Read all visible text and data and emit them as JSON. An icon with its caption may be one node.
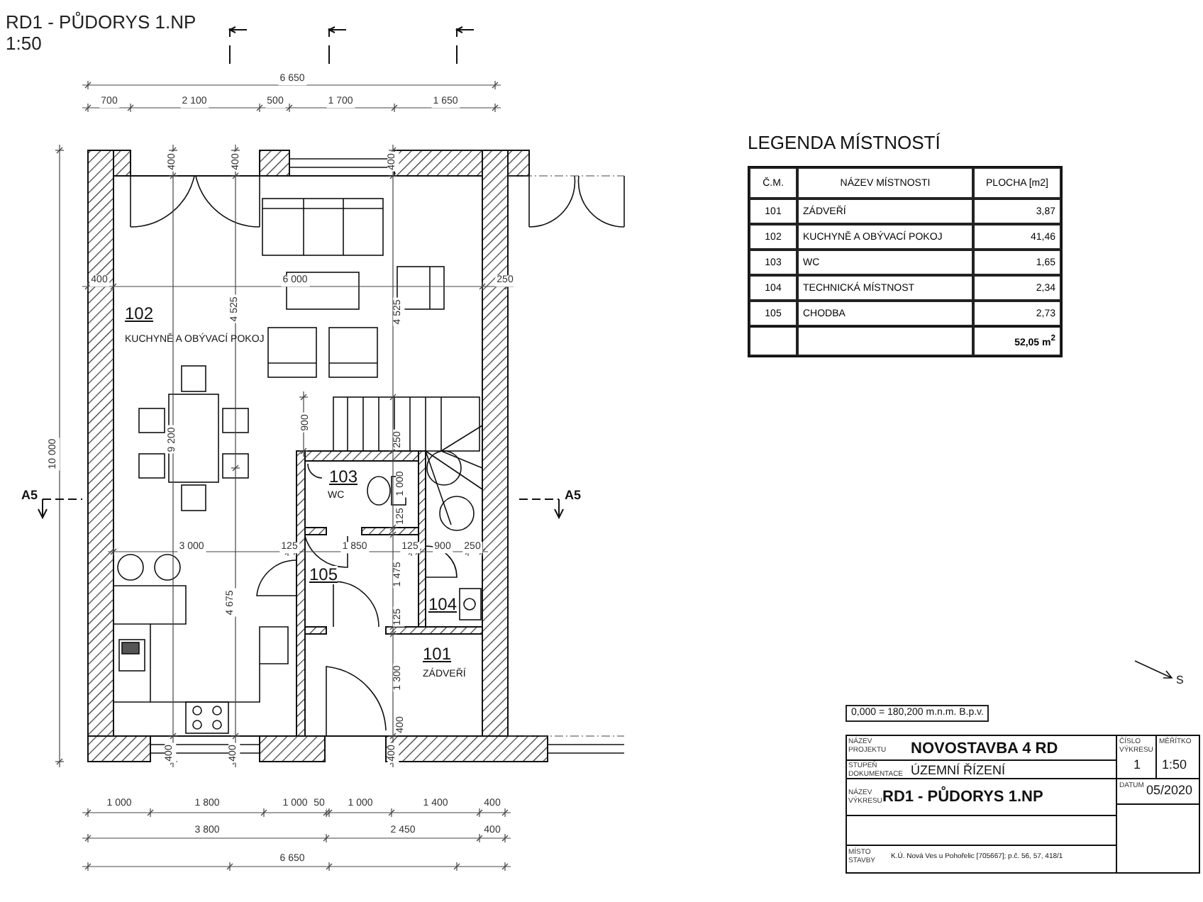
{
  "diagram": {
    "title": "RD1 - PŮDORYS 1.NP",
    "labels": [
      "1:50",
      "6 650",
      "700",
      "2 100",
      "500",
      "1 700",
      "1 650",
      "LEGENDA MÍSTNOSTÍ",
      "Č.M.",
      "NÁZEV MÍSTNOSTI",
      "PLOCHA [m2]",
      "101",
      "ZÁDVEŘÍ",
      "3,87",
      "102",
      "KUCHYNĚ A OBÝVACÍ POKOJ",
      "41,46",
      "103",
      "WC",
      "1,65",
      "104",
      "TECHNICKÁ MÍSTNOST",
      "2,34",
      "105",
      "CHODBA",
      "2,73",
      "52,05 m$^{2}$",
      "400",
      "400",
      "400",
      "400",
      "6 000",
      "250",
      "102",
      "KUCHYNĚ A OBÝVACÍ POKOJ",
      "4 525",
      "4 525",
      "900",
      "250",
      "10 000",
      "9 200",
      "103",
      "WC",
      "1 000",
      "125",
      "A5",
      "A5",
      "3 000",
      "125",
      "1 850",
      "125",
      "900",
      "250",
      "105",
      "1 475",
      "4 675",
      "104",
      "125",
      "101",
      "ZÁDVEŘÍ",
      "1 300",
      "S",
      "0,000 = 180,200 m.n.m. B.p.v.",
      "400",
      "400",
      "400",
      "400",
      "NÁZEV PROJEKTU",
      "NOVOSTAVBA 4 RD",
      "ČÍSLO VÝKRESU",
      "MĚŘÍTKO",
      "STUPEŇ DOKUMENTACE",
      "ÚZEMNÍ ŘÍZENÍ",
      "1",
      "1:50",
      "NÁZEV VÝKRESU",
      "RD1 - PŮDORYS 1.NP",
      "DATUM",
      "05/2020",
      "MÍSTO STAVBY",
      "K.Ú. Nová Ves u Pohořelic [705667]; p.č. 56, 57, 418/1",
      "1 000",
      "1 800",
      "1 000",
      "50",
      "1 000",
      "1 400",
      "400",
      "3 800",
      "2 450",
      "400",
      "6 650"
    ]
  }
}
